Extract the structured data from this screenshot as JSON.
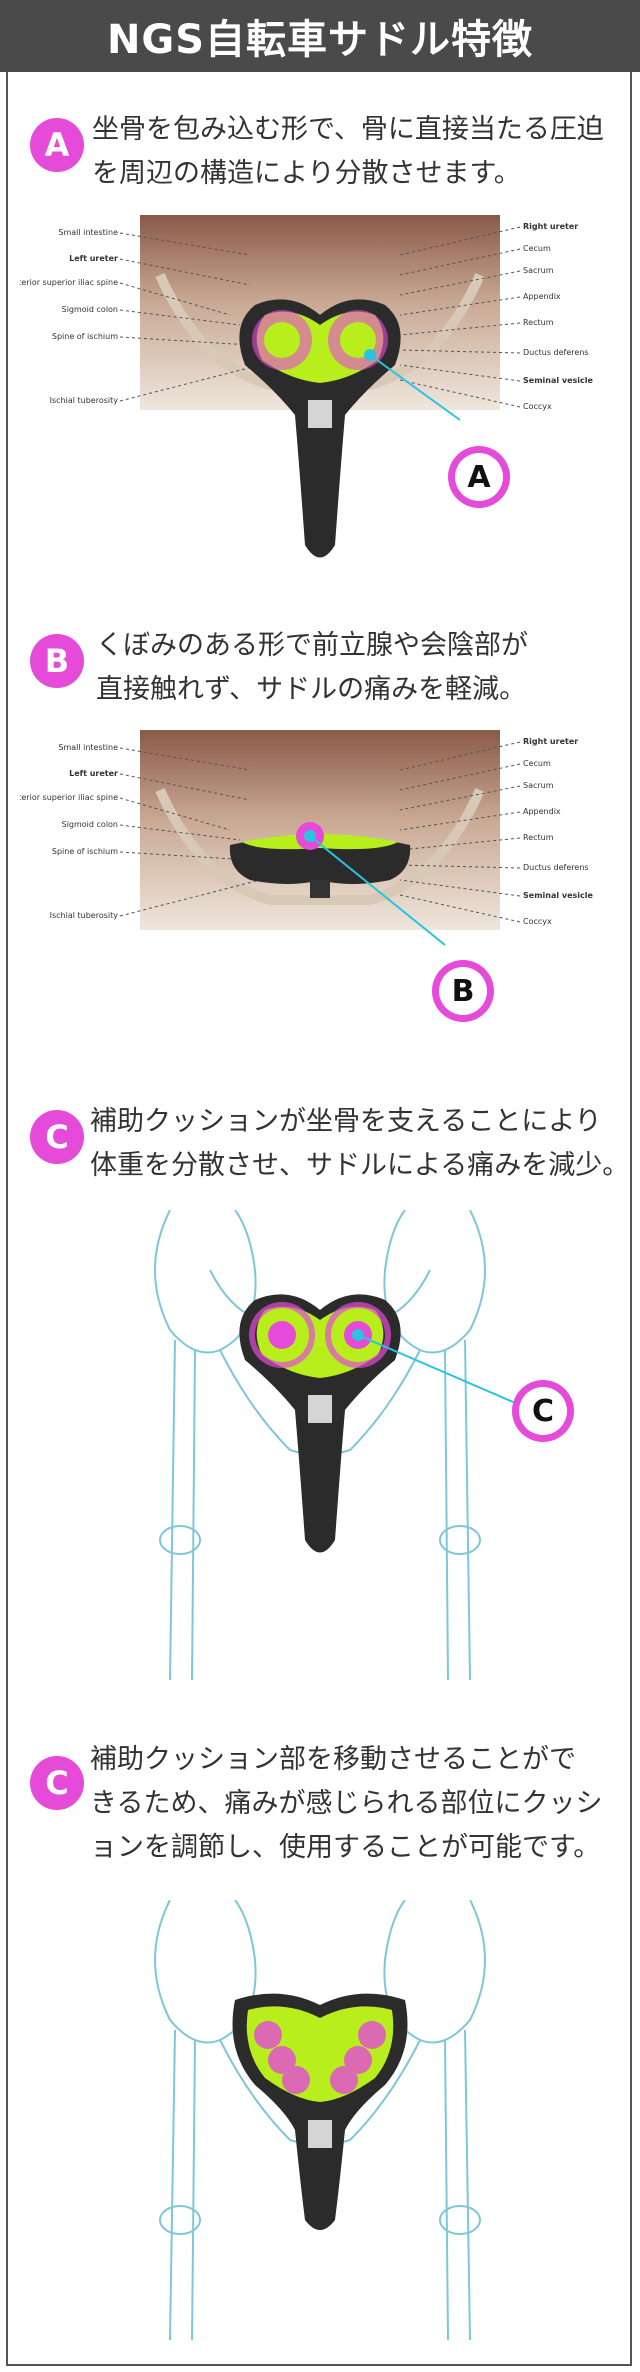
{
  "header": {
    "title": "NGS自転車サドル特徴"
  },
  "features": [
    {
      "badge": "A",
      "lines": [
        "坐骨を包み込む形で、骨に直接当たる圧迫",
        "を周辺の構造により分散させます。"
      ],
      "callout": "A"
    },
    {
      "badge": "B",
      "lines": [
        "くぼみのある形で前立腺や会陰部が",
        "直接触れず、サドルの痛みを軽減。"
      ],
      "callout": "B"
    },
    {
      "badge": "C",
      "lines": [
        "補助クッションが坐骨を支えることにより",
        "体重を分散させ、サドルによる痛みを減少。"
      ],
      "callout": "C"
    },
    {
      "badge": "C",
      "lines": [
        "補助クッション部を移動させることがで",
        "きるため、痛みが感じられる部位にクッシ",
        "ョンを調節し、使用することが可能です。"
      ]
    }
  ],
  "anatomy_labels": {
    "left": [
      "Small intestine",
      "Left ureter",
      "Anterior superior iliac spine",
      "Sigmoid colon",
      "Spine of ischium",
      "Ischial tuberosity"
    ],
    "right": [
      "Right ureter",
      "Cecum",
      "Sacrum",
      "Appendix",
      "Rectum",
      "Ductus deferens",
      "Seminal vesicle",
      "Coccyx"
    ]
  },
  "colors": {
    "accent": "#e64ad8",
    "lime": "#b7ee1c",
    "cyan": "#29c4e0",
    "saddle": "#2b2b2b",
    "bone_line": "#7cc8d8"
  }
}
